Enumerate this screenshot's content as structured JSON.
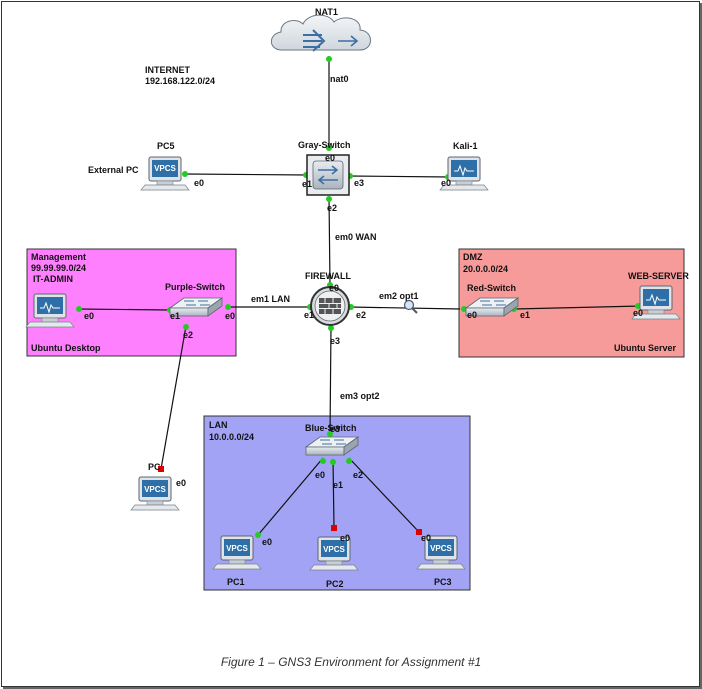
{
  "caption": "Figure 1 – GNS3 Environment for Assignment #1",
  "internet": {
    "title": "INTERNET",
    "subnet": "192.168.122.0/24"
  },
  "nodes": {
    "nat1": "NAT1",
    "gray_switch": "Gray-Switch",
    "pc5": "PC5",
    "external_pc": "External PC",
    "kali": "Kali-1",
    "firewall": "FIREWALL",
    "purple_switch": "Purple-Switch",
    "it_admin": "IT-ADMIN",
    "red_switch": "Red-Switch",
    "web_server": "WEB-SERVER",
    "blue_switch": "Blue-Switch",
    "pc_left": "PC",
    "pc1": "PC1",
    "pc2": "PC2",
    "pc3": "PC3",
    "vpcs": "VPCS"
  },
  "zones": {
    "management": {
      "title": "Management",
      "subnet": "99.99.99.0/24",
      "footer": "Ubuntu Desktop",
      "color": "#ff80ff"
    },
    "dmz": {
      "title": "DMZ",
      "subnet": "20.0.0.0/24",
      "footer": "Ubuntu Server",
      "color": "#f79a9a"
    },
    "lan": {
      "title": "LAN",
      "subnet": "10.0.0.0/24",
      "color": "#a3a3f5"
    }
  },
  "links": {
    "nat0": "nat0",
    "em0_wan": "em0 WAN",
    "em1_lan": "em1 LAN",
    "em2_opt1": "em2 opt1",
    "em3_opt2": "em3 opt2"
  },
  "ports": {
    "gray_e0": "e0",
    "gray_e1": "e1",
    "gray_e2": "e2",
    "gray_e3": "e3",
    "pc5_e0": "e0",
    "kali_e0": "e0",
    "fw_e0": "e0",
    "fw_e1": "e1",
    "fw_e2": "e2",
    "fw_e3": "e3",
    "purple_e0": "e0",
    "purple_e1": "e1",
    "purple_e2": "e2",
    "itadmin_e0": "e0",
    "red_e0": "e0",
    "red_e1": "e1",
    "web_e0": "e0",
    "blue_e0": "e0",
    "blue_e1": "e1",
    "blue_e2": "e2",
    "blue_e3": "e3",
    "pc_e0": "e0",
    "pc1_e0": "e0",
    "pc2_e0": "e0",
    "pc3_e0": "e0"
  },
  "colors": {
    "link_up": "#22cc22",
    "link_down": "#dd0000"
  }
}
